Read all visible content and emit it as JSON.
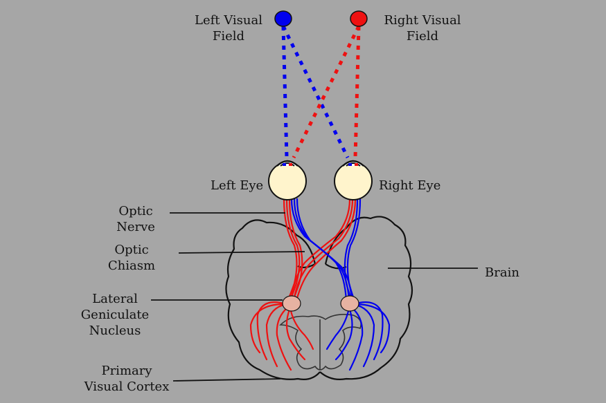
{
  "colors": {
    "background": "#a6a6a6",
    "left_field": "#0000ee",
    "right_field": "#ee1111",
    "eye_fill": "#fff4cc",
    "lgn_fill": "#e7b2a2",
    "ink": "#111111"
  },
  "labels": {
    "left_field_line1": "Left Visual",
    "left_field_line2": "Field",
    "right_field_line1": "Right Visual",
    "right_field_line2": "Field",
    "left_eye": "Left Eye",
    "right_eye": "Right Eye",
    "optic_nerve_line1": "Optic",
    "optic_nerve_line2": "Nerve",
    "optic_chiasm_line1": "Optic",
    "optic_chiasm_line2": "Chiasm",
    "lgn_line1": "Lateral",
    "lgn_line2": "Geniculate",
    "lgn_line3": "Nucleus",
    "cortex_line1": "Primary",
    "cortex_line2": "Visual Cortex",
    "brain": "Brain"
  }
}
